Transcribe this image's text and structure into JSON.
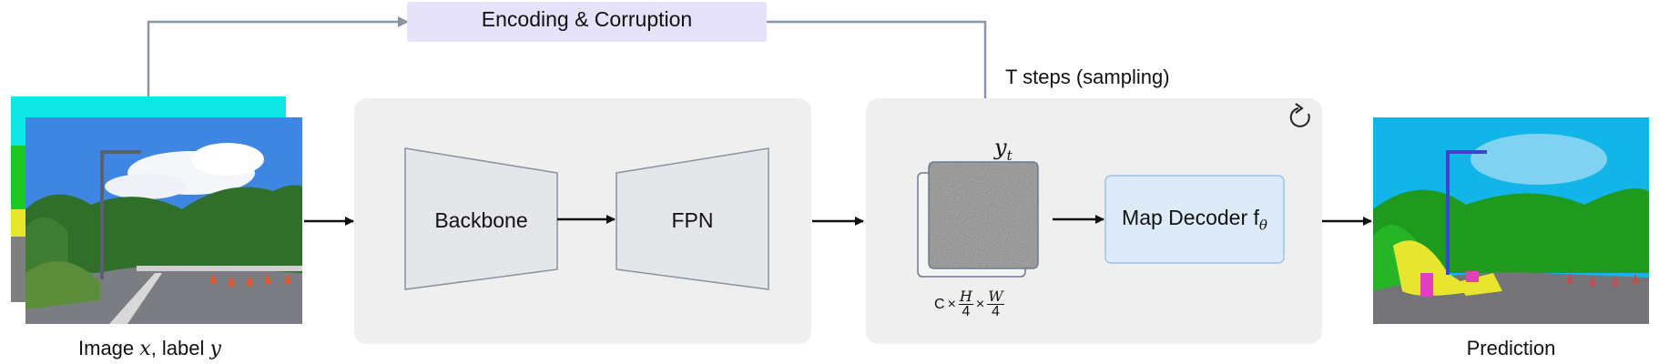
{
  "encode_box": {
    "label": "Encoding & Corruption"
  },
  "input": {
    "label_prefix": "Image ",
    "x_sym": "x",
    "mid": ", label ",
    "y_sym": "y"
  },
  "backbone": {
    "label": "Backbone"
  },
  "fpn": {
    "label": "FPN"
  },
  "sampling": {
    "label": "T steps (sampling)"
  },
  "noise": {
    "yt_base": "y",
    "yt_sub": "t",
    "shape_c": "C",
    "times": "×",
    "h_num": "H",
    "w_num": "W",
    "den": "4"
  },
  "decoder": {
    "label": "Map Decoder f",
    "sub": "θ"
  },
  "output": {
    "label": "Prediction"
  },
  "icons": {
    "loop": "refresh-icon"
  },
  "colors": {
    "encode_fill": "#e6e2fa",
    "panel_fill": "#efefef",
    "trapezoid_fill": "#e4e6ea",
    "decoder_fill": "#ddebf9",
    "decoder_stroke": "#9ec2e6",
    "arrow_gray": "#8a96a8"
  }
}
